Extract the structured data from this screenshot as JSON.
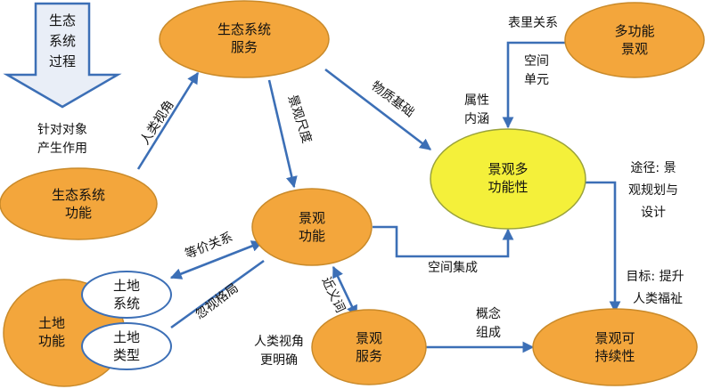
{
  "colors": {
    "node_fill": "#f3a63c",
    "node_stroke": "#c98a2a",
    "center_fill": "#f4f03a",
    "center_stroke": "#9aa23a",
    "edge": "#3c6fb6",
    "arrow_fill": "#e9eef7",
    "arrow_stroke": "#3c6fb6"
  },
  "process_arrow": {
    "lines": [
      "生态",
      "系统",
      "过程"
    ]
  },
  "nodes": {
    "ecosystem_services": [
      "生态系统",
      "服务"
    ],
    "ecosystem_functions": [
      "生态系统",
      "功能"
    ],
    "landscape_functions": [
      "景观",
      "功能"
    ],
    "landscape_multifunctionality": [
      "景观多",
      "功能性"
    ],
    "multifunctional_landscape": [
      "多功能",
      "景观"
    ],
    "land_functions": [
      "土地",
      "功能"
    ],
    "land_system": [
      "土地",
      "系统"
    ],
    "land_type": [
      "土地",
      "类型"
    ],
    "landscape_services": [
      "景观",
      "服务"
    ],
    "landscape_sustainability": [
      "景观可",
      "持续性"
    ]
  },
  "labels": {
    "act_on_object": [
      "针对对象",
      "产生作用"
    ],
    "human_perspective": "人类视角",
    "landscape_scale": "景观尺度",
    "material_basis": "物质基础",
    "surface_inner": "表里关系",
    "spatial_unit": [
      "空间",
      "单元"
    ],
    "attribute_connotation": [
      "属性",
      "内涵"
    ],
    "path_planning": [
      "途径: 景",
      "观规划与",
      "设计"
    ],
    "spatial_integration": "空间集成",
    "goal_welfare": [
      "目标: 提升",
      "人类福祉"
    ],
    "equivalence": "等价关系",
    "ignore_pattern": "忽视格局",
    "synonym": "近义词",
    "human_perspective_clearer": [
      "人类视角",
      "更明确"
    ],
    "concept_composition": [
      "概念",
      "组成"
    ]
  }
}
